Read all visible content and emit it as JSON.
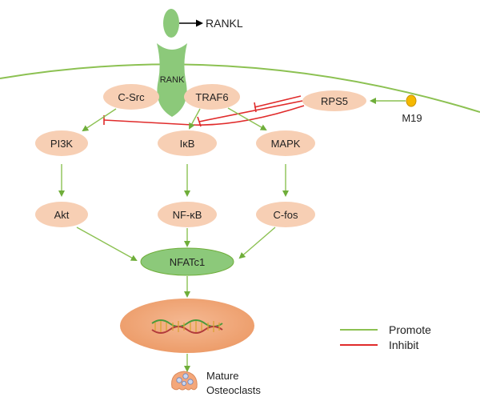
{
  "labels": {
    "rankl": "RANKL",
    "rank": "RANK",
    "csrc": "C-Src",
    "traf6": "TRAF6",
    "rps5": "RPS5",
    "m19": "M19",
    "pi3k": "PI3K",
    "ikb": "IκB",
    "mapk": "MAPK",
    "akt": "Akt",
    "nfkb": "NF-κB",
    "cfos": "C-fos",
    "nfatc1": "NFATc1",
    "mature_line1": "Mature",
    "mature_line2": "Osteoclasts"
  },
  "legend": {
    "promote": "Promote",
    "inhibit": "Inhibit"
  },
  "colors": {
    "promote": "#8cc152",
    "inhibit": "#e02b2b",
    "protein": "#f7cfb4",
    "nfatc1": "#8cc97a",
    "nucleus": "#f0a97a",
    "membrane": "#8cc152",
    "m19": "#f5b800"
  }
}
